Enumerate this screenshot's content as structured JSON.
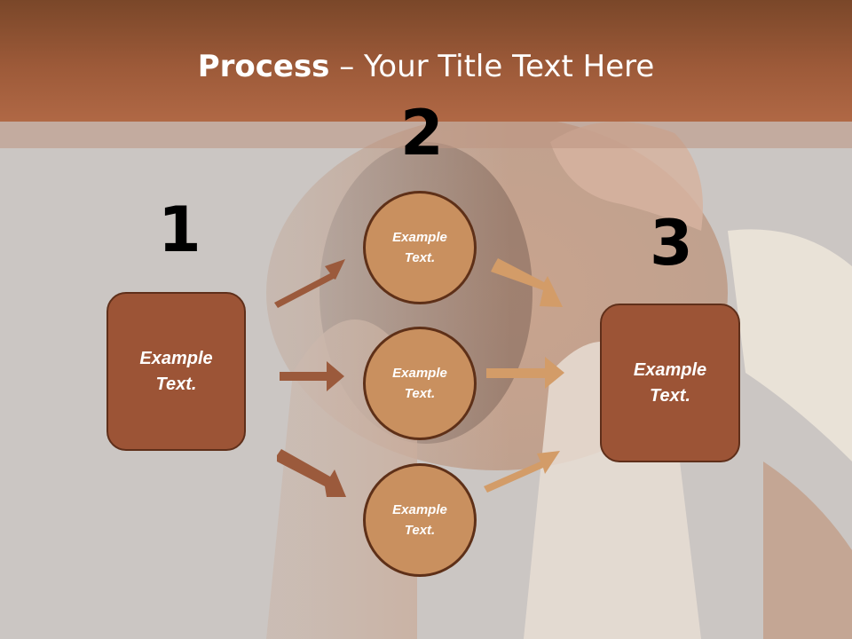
{
  "slide": {
    "title_bold": "Process",
    "title_rest": " – Your Title Text Here"
  },
  "steps": {
    "n1": "1",
    "n2": "2",
    "n3": "3"
  },
  "boxes": {
    "left": "Example Text.",
    "right": "Example Text."
  },
  "circles": [
    {
      "label": "Example Text."
    },
    {
      "label": "Example Text."
    },
    {
      "label": "Example Text."
    }
  ],
  "colors": {
    "header": "#9d5a39",
    "box_fill": "#9c5436",
    "circle_fill": "#c9905f",
    "arrow_dark": "#9b5a3c",
    "arrow_light": "#d39c68"
  }
}
